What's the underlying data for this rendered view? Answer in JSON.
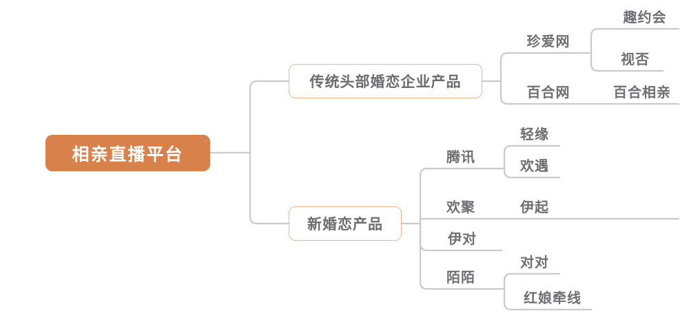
{
  "diagram": {
    "title": "相亲直播平台",
    "type": "mind-map",
    "orientation": "left-to-right",
    "colors": {
      "root_fill": "#d9814b",
      "root_text": "#ffffff",
      "branch_border": "#e9b98c",
      "branch_text": "#6b6b70",
      "leaf_text": "#6e6e73",
      "connector": "#c9c9ce",
      "background": "#ffffff"
    },
    "nodes": {
      "root": {
        "label": "相亲直播平台",
        "level": 0
      },
      "branch_traditional": {
        "label": "传统头部婚恋企业产品",
        "level": 1
      },
      "branch_new": {
        "label": "新婚恋产品",
        "level": 1
      },
      "zhenai": {
        "label": "珍爱网",
        "level": 2
      },
      "baihe": {
        "label": "百合网",
        "level": 2
      },
      "tencent": {
        "label": "腾讯",
        "level": 2
      },
      "huanju": {
        "label": "欢聚",
        "level": 2
      },
      "yidui": {
        "label": "伊对",
        "level": 2
      },
      "momo": {
        "label": "陌陌",
        "level": 2
      },
      "quyuehui": {
        "label": "趣约会",
        "level": 3
      },
      "shifou": {
        "label": "视否",
        "level": 3
      },
      "baihexiangqin": {
        "label": "百合相亲",
        "level": 3
      },
      "qingyuan": {
        "label": "轻缘",
        "level": 3
      },
      "huanyu": {
        "label": "欢遇",
        "level": 3
      },
      "yiqi": {
        "label": "伊起",
        "level": 3
      },
      "duidui": {
        "label": "对对",
        "level": 3
      },
      "hongniangqianxian": {
        "label": "红娘牵线",
        "level": 3
      }
    },
    "hierarchy": [
      {
        "label": "传统头部婚恋企业产品",
        "children": [
          {
            "label": "珍爱网",
            "children": [
              {
                "label": "趣约会"
              },
              {
                "label": "视否"
              }
            ]
          },
          {
            "label": "百合网",
            "children": [
              {
                "label": "百合相亲"
              }
            ]
          }
        ]
      },
      {
        "label": "新婚恋产品",
        "children": [
          {
            "label": "腾讯",
            "children": [
              {
                "label": "轻缘"
              },
              {
                "label": "欢遇"
              }
            ]
          },
          {
            "label": "欢聚",
            "children": [
              {
                "label": "伊起"
              }
            ]
          },
          {
            "label": "伊对",
            "children": []
          },
          {
            "label": "陌陌",
            "children": [
              {
                "label": "对对"
              },
              {
                "label": "红娘牵线"
              }
            ]
          }
        ]
      }
    ]
  }
}
